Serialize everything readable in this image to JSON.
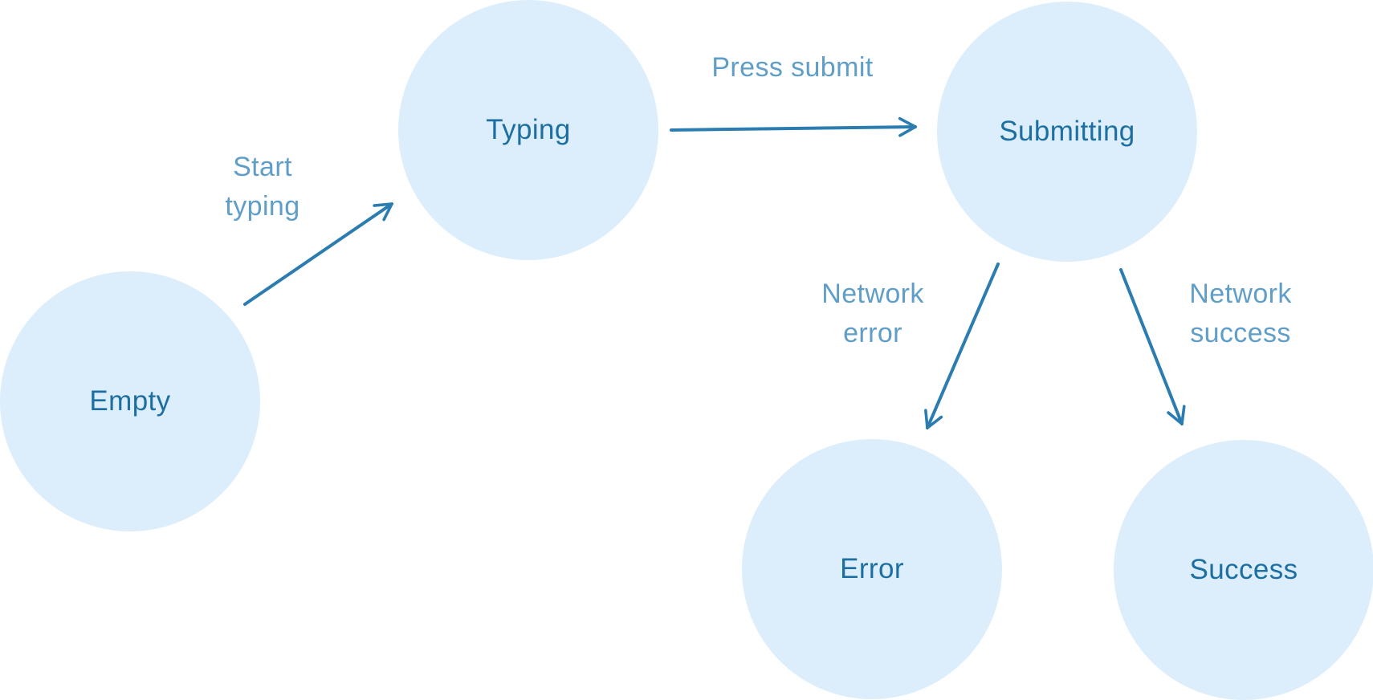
{
  "diagram": {
    "nodes": {
      "empty": {
        "label": "Empty"
      },
      "typing": {
        "label": "Typing"
      },
      "submitting": {
        "label": "Submitting"
      },
      "error": {
        "label": "Error"
      },
      "success": {
        "label": "Success"
      }
    },
    "edges": {
      "start_typing": {
        "from": "empty",
        "to": "typing",
        "lines": [
          "Start",
          "typing"
        ]
      },
      "press_submit": {
        "from": "typing",
        "to": "submitting",
        "lines": [
          "Press submit"
        ]
      },
      "network_error": {
        "from": "submitting",
        "to": "error",
        "lines": [
          "Network",
          "error"
        ]
      },
      "network_success": {
        "from": "submitting",
        "to": "success",
        "lines": [
          "Network",
          "success"
        ]
      }
    },
    "colors": {
      "node_fill": "#dceefb",
      "node_text": "#1c6fa0",
      "arrow": "#2b7cb0",
      "edge_label": "#5f9ec8"
    }
  }
}
